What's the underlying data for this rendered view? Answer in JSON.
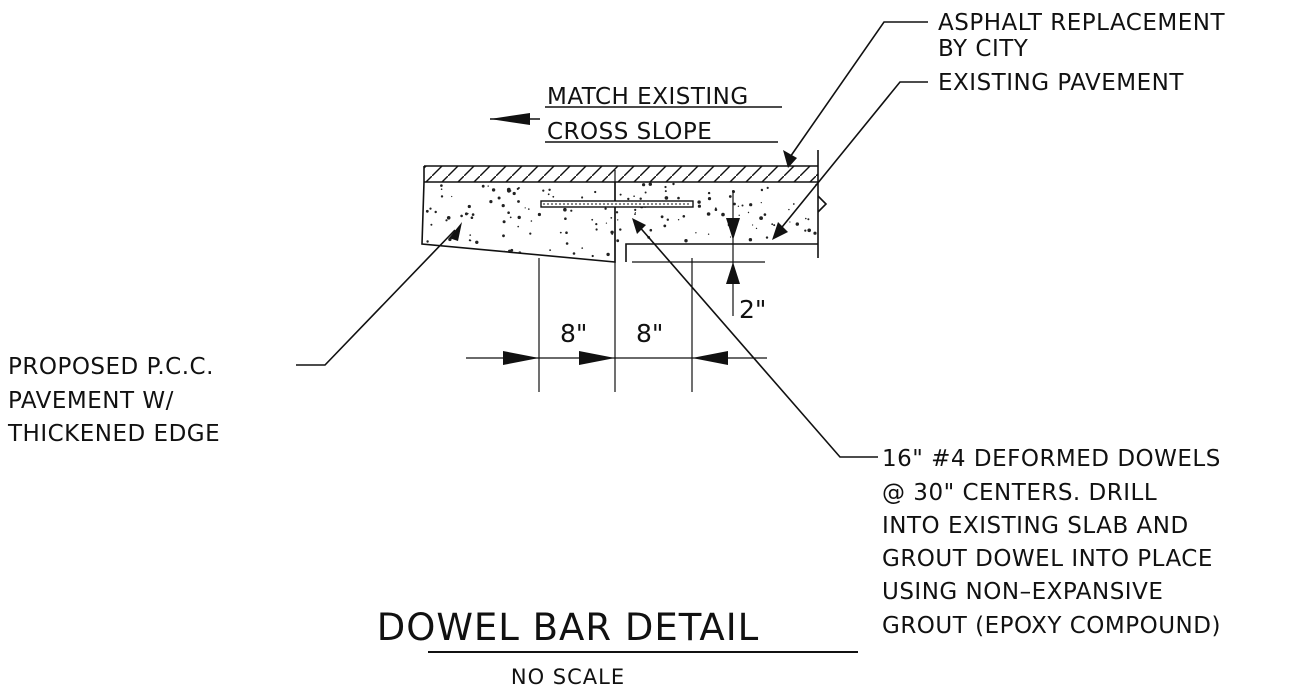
{
  "labels": {
    "asphalt": [
      "ASPHALT  REPLACEMENT",
      "BY  CITY"
    ],
    "existing_pavement": "EXISTING  PAVEMENT",
    "match_slope": [
      "MATCH  EXISTING",
      "CROSS  SLOPE"
    ],
    "proposed": [
      "PROPOSED  P.C.C.",
      "PAVEMENT  W/",
      "THICKENED  EDGE"
    ],
    "dowels": [
      "16\"  #4  DEFORMED  DOWELS",
      "@  30\"  CENTERS.   DRILL",
      "INTO  EXISTING  SLAB  AND",
      "GROUT  DOWEL  INTO  PLACE",
      "USING  NON–EXPANSIVE",
      "GROUT  (EPOXY  COMPOUND)"
    ]
  },
  "dimensions": {
    "left": "8\"",
    "right": "8\"",
    "depth": "2\""
  },
  "title": {
    "main": "DOWEL  BAR  DETAIL",
    "scale": "NO  SCALE"
  }
}
